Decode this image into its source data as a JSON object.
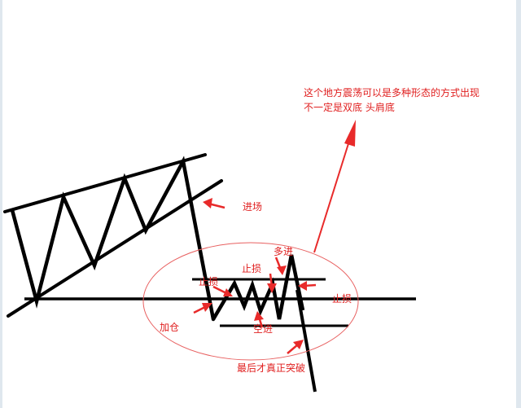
{
  "colors": {
    "line": "#000000",
    "annotation": "#e82a2a",
    "ellipse": "#e86060",
    "background": "#ffffff"
  },
  "annotations": {
    "note_line1": "这个地方震荡可以是多种形态的方式出现",
    "note_line2": "不一定是双底 头肩底",
    "entry": "进场",
    "add_long": "多进",
    "stop_loss_upper": "止损",
    "stop_loss_left": "止损",
    "stop_loss_right": "止损",
    "add_position": "加仓",
    "short_entry": "空进",
    "final_breakout": "最后才真正突破"
  }
}
